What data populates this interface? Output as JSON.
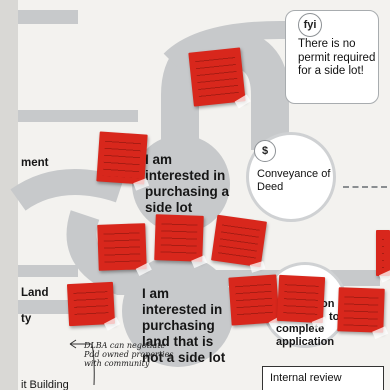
{
  "left_labels": {
    "ment": "ment",
    "land": "Land",
    "ty": "ty",
    "it_building": "it Building"
  },
  "step_interested_side_lot": "I am interested in purchasing a side lot",
  "step_not_side_lot": "I am interested in purchasing land that is not a side lot",
  "fyi": {
    "tag": "fyi",
    "text": "There is no permit required for a side lot!"
  },
  "conveyance": {
    "icon": "$",
    "text": "Conveyance of Deed"
  },
  "complete_application": {
    "partial_1": "on",
    "partial_2": "to",
    "partial_3": "complete",
    "partial_4": "application"
  },
  "internal_review": "Internal review",
  "handwritten_note": "DLBA can negotiate Pdd owned properties with community",
  "colors": {
    "sticky_red": "#d8271c",
    "path_gray": "#c7c9cb",
    "background": "#f3f2ef"
  }
}
